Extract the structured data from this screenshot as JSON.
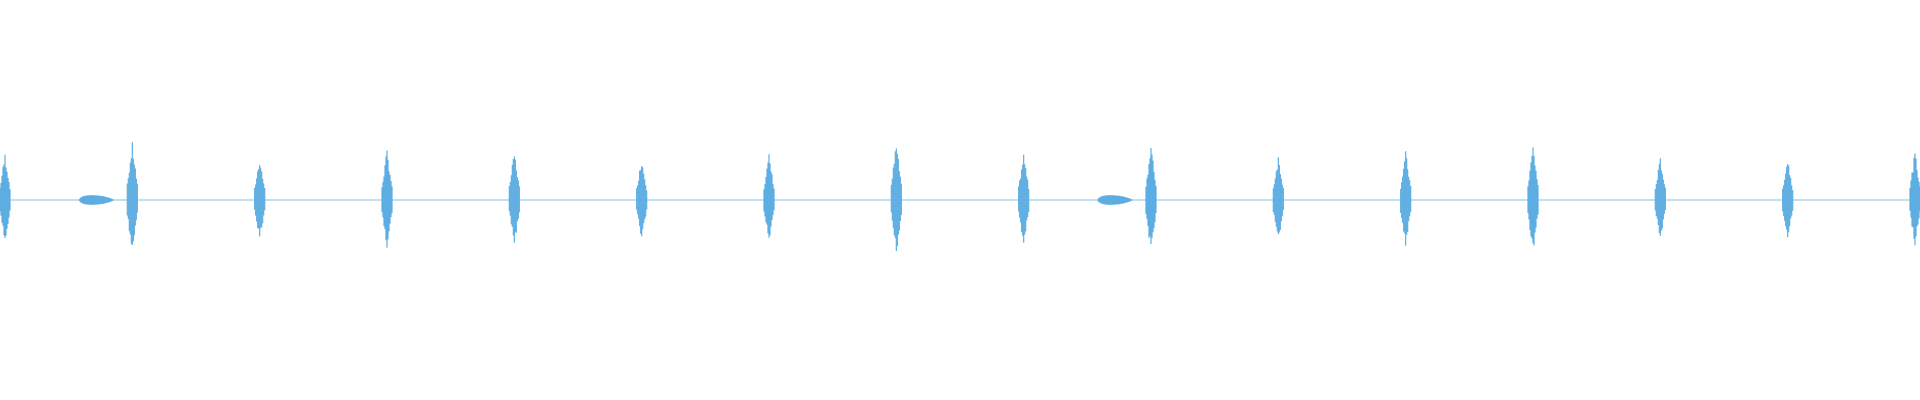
{
  "waveform": {
    "color": "#5dade2",
    "baseline_color": "#85c1e9",
    "background": "#ffffff",
    "pulse_count": 16,
    "pulse_peaks": [
      0.82,
      1.0,
      0.75,
      0.88,
      0.85,
      0.74,
      0.8,
      1.0,
      0.82,
      0.97,
      0.78,
      0.85,
      0.97,
      0.74,
      0.75,
      0.85
    ],
    "blip_after_pulse": [
      0,
      8
    ]
  }
}
